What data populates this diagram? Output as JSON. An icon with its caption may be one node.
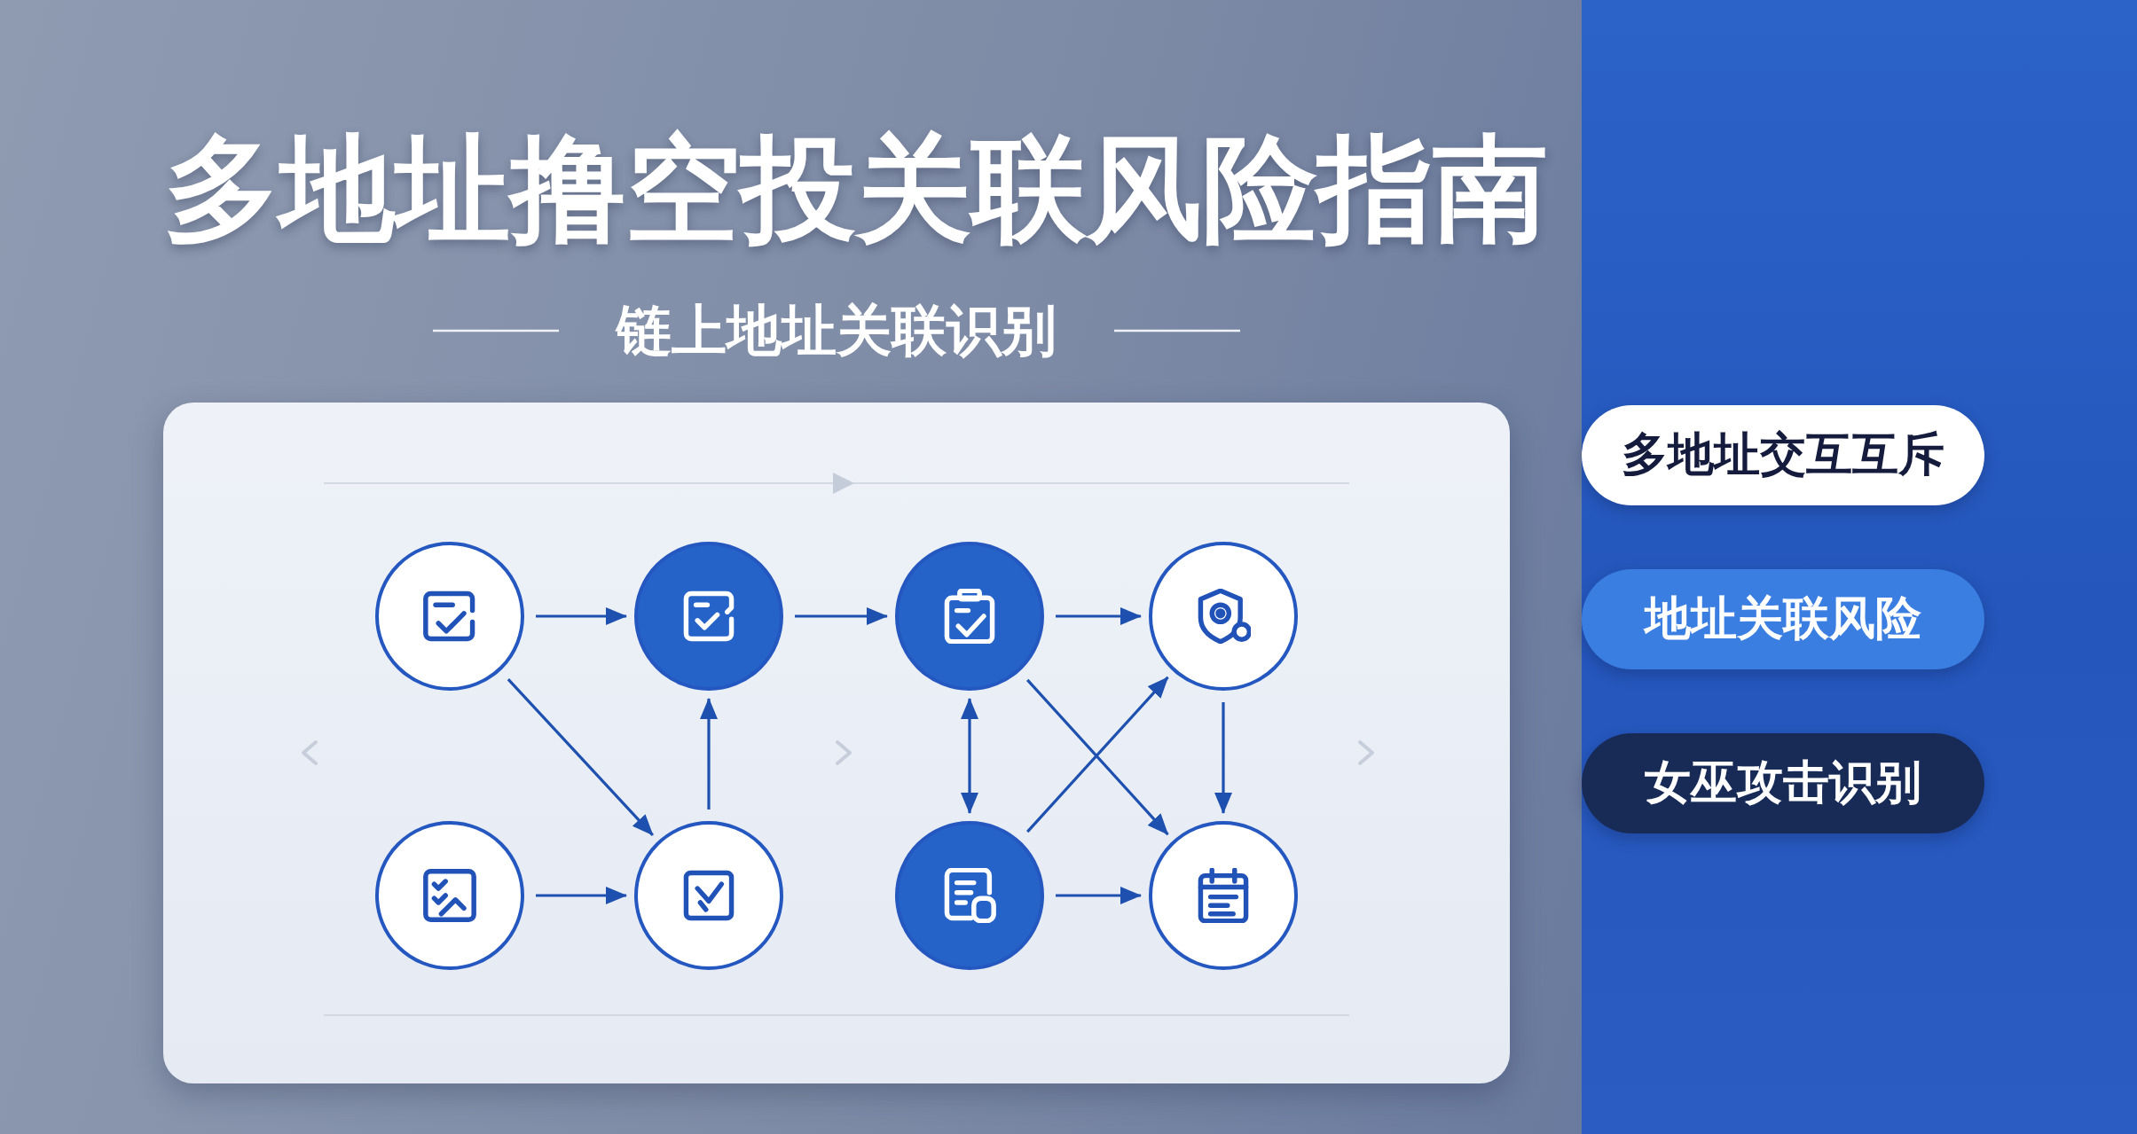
{
  "diagram": {
    "title": "多地址撸空投关联风险指南",
    "nodes": [
      {
        "text": [],
        "shape": "circle"
      },
      {
        "text": [],
        "shape": "circle"
      },
      {
        "text": [],
        "shape": "circle"
      },
      {
        "text": [],
        "shape": "circle"
      },
      {
        "text": [],
        "shape": "circle"
      },
      {
        "text": [],
        "shape": "circle"
      },
      {
        "text": [],
        "shape": "circle"
      },
      {
        "text": [],
        "shape": "circle"
      },
      {
        "text": [
          "多地址交互互斥"
        ]
      },
      {
        "text": [
          "地址关联风险"
        ]
      },
      {
        "text": [
          "女巫攻击识别"
        ]
      }
    ],
    "edges": [
      {
        "from": 0,
        "to": 1,
        "arrow": "to"
      },
      {
        "from": 1,
        "to": 2,
        "arrow": "to"
      },
      {
        "from": 2,
        "to": 3,
        "arrow": "to"
      },
      {
        "from": 0,
        "to": 5,
        "arrow": "to"
      },
      {
        "from": 5,
        "to": 1,
        "arrow": "to"
      },
      {
        "from": 2,
        "to": 6,
        "arrow": "both"
      },
      {
        "from": 6,
        "to": 3,
        "arrow": "to"
      },
      {
        "from": 2,
        "to": 7,
        "arrow": "to"
      },
      {
        "from": 3,
        "to": 7,
        "arrow": "to"
      },
      {
        "from": 4,
        "to": 5,
        "arrow": "to"
      },
      {
        "from": 6,
        "to": 7,
        "arrow": "to"
      }
    ],
    "labels": [
      "链上地址关联识别"
    ]
  }
}
